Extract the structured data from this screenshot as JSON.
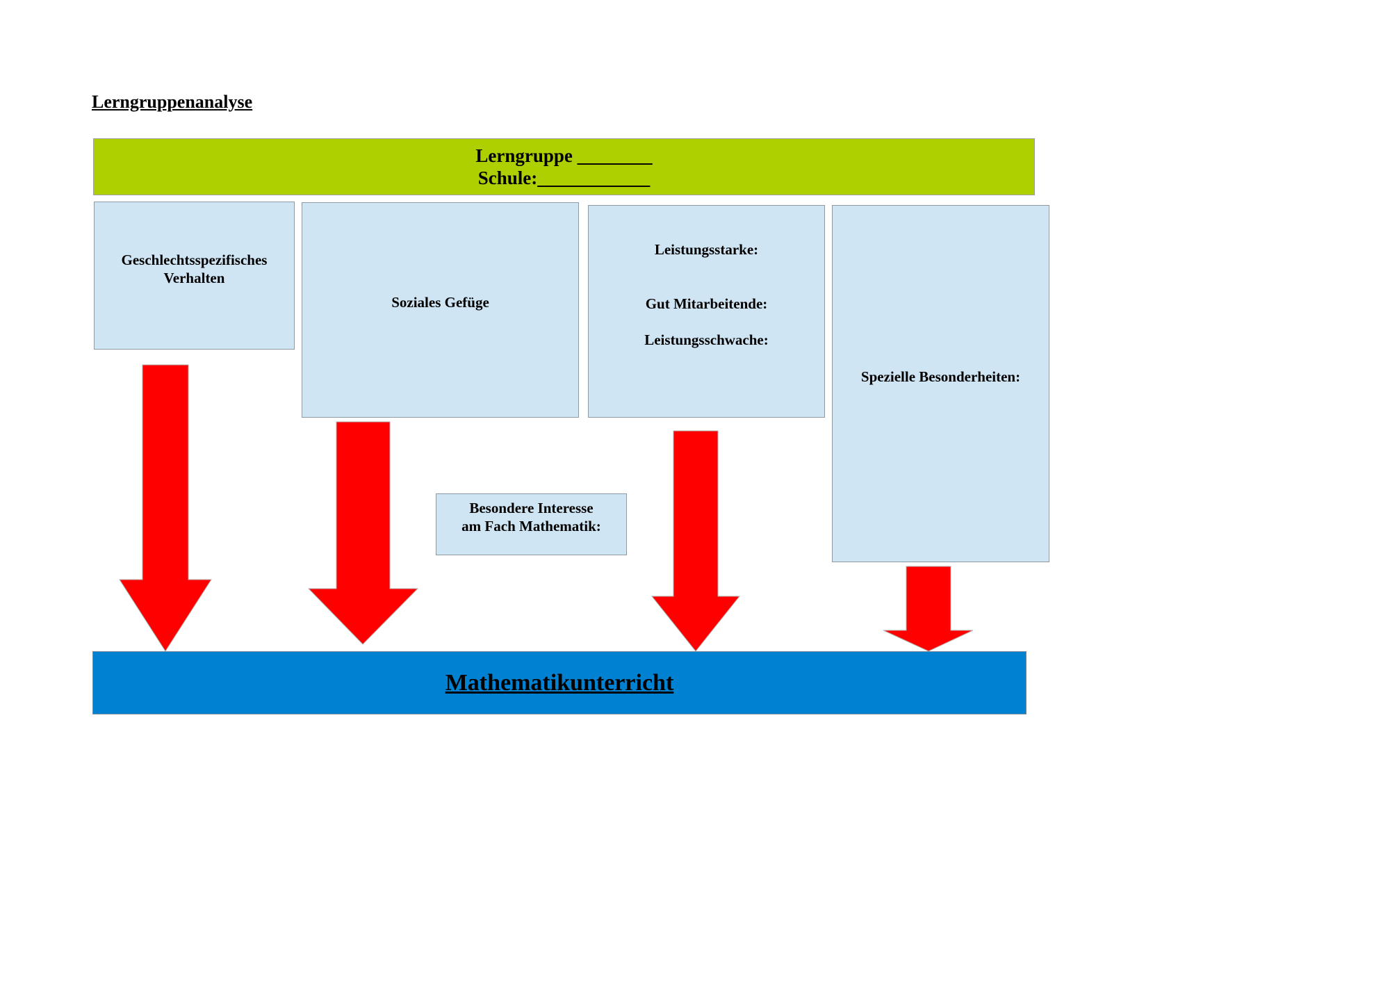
{
  "page_title": "Lerngruppenanalyse",
  "header": {
    "line1": "Lerngruppe ________",
    "line2": "Schule:____________",
    "color": "#aed000"
  },
  "boxes": {
    "gender": {
      "line1": "Geschlechtsspezifisches",
      "line2": "Verhalten"
    },
    "social": {
      "label": "Soziales Gefüge"
    },
    "performance": {
      "line1": "Leistungsstarke:",
      "line2": "Gut Mitarbeitende:",
      "line3": "Leistungsschwache:"
    },
    "special": {
      "label": "Spezielle Besonderheiten:"
    },
    "interest": {
      "line1": "Besondere Interesse",
      "line2": "am Fach Mathematik:"
    },
    "box_color": "#d0e5f3"
  },
  "footer": {
    "label": "Mathematikunterricht",
    "color": "#0081d1"
  },
  "arrow_color": "#ff0000"
}
